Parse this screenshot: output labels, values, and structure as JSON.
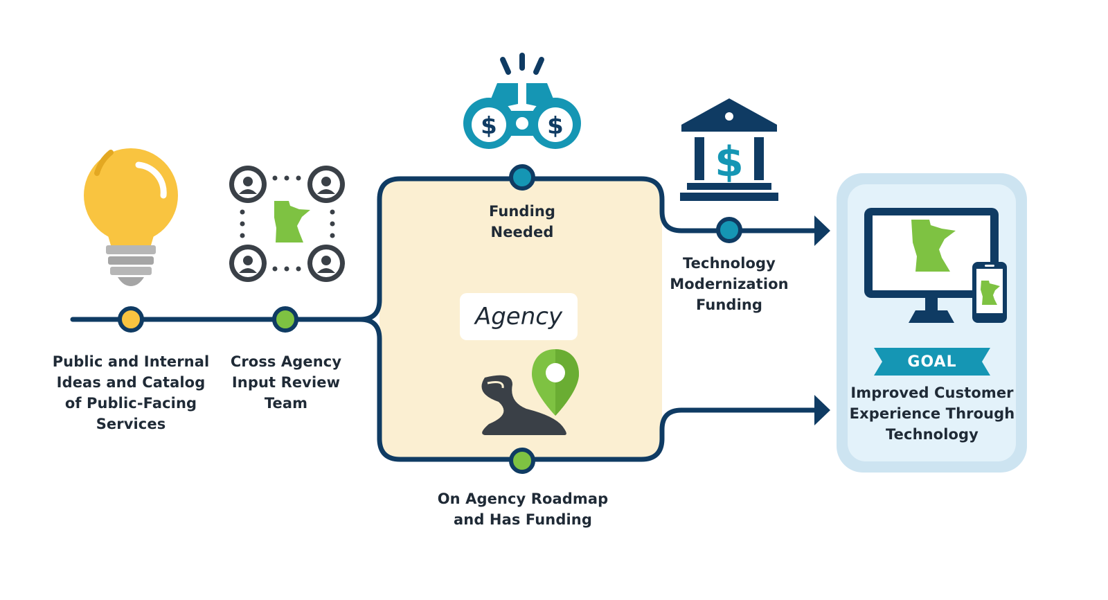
{
  "labels": {
    "ideas": "Public and Internal\nIdeas and Catalog\nof Public-Facing\nServices",
    "review": "Cross Agency\nInput Review\nTeam",
    "funding_needed": "Funding\nNeeded",
    "agency": "Agency",
    "roadmap": "On Agency Roadmap\nand Has Funding",
    "tech_funding": "Technology\nModernization\nFunding",
    "goal_tag": "GOAL",
    "goal_text": "Improved Customer\nExperience Through\nTechnology"
  },
  "icons": {
    "ideas": "light-bulb-icon",
    "review": "team-network-icon",
    "funding_needed": "binoculars-dollar-icon",
    "tech_funding": "bank-dollar-icon",
    "roadmap": "road-map-pin-icon",
    "goal": "monitor-phone-icon"
  },
  "colors": {
    "line": "#0f3b63",
    "accent_teal": "#1596b4",
    "accent_green": "#7ec242",
    "accent_yellow": "#f9c440",
    "agency_box": "#fbefd2",
    "goal_panel": "#e3f2fa",
    "goal_border": "#cde4f1"
  }
}
